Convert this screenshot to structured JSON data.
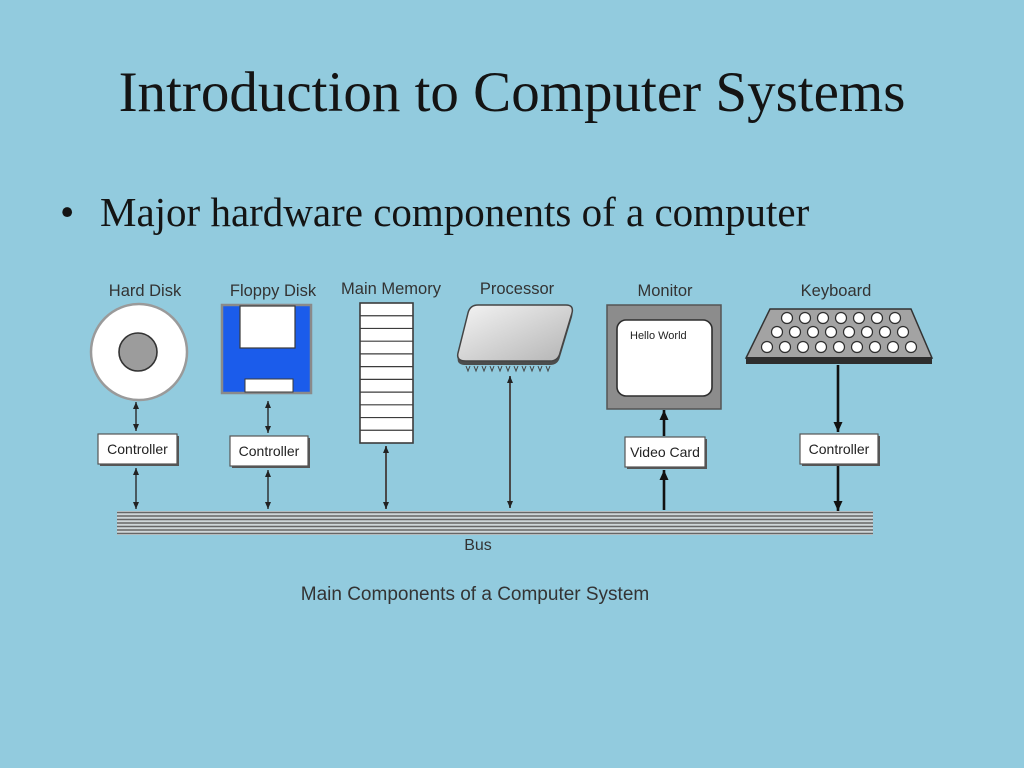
{
  "slide": {
    "title": "Introduction to Computer Systems",
    "bullets": [
      "Major hardware components of a computer"
    ]
  },
  "diagram": {
    "labels": {
      "hard_disk": "Hard Disk",
      "floppy_disk": "Floppy Disk",
      "main_memory": "Main Memory",
      "processor": "Processor",
      "monitor": "Monitor",
      "keyboard": "Keyboard"
    },
    "monitor_screen_text": "Hello World",
    "interfaces": {
      "hard_disk_controller": "Controller",
      "floppy_disk_controller": "Controller",
      "video_card": "Video Card",
      "keyboard_controller": "Controller"
    },
    "bus_label": "Bus",
    "caption": "Main Components of a Computer System"
  },
  "colors": {
    "background": "#92CBDE",
    "floppy_disk": "#1B5CEB",
    "monitor_frame": "#8C8C8C",
    "keyboard": "#A3A3A3"
  }
}
